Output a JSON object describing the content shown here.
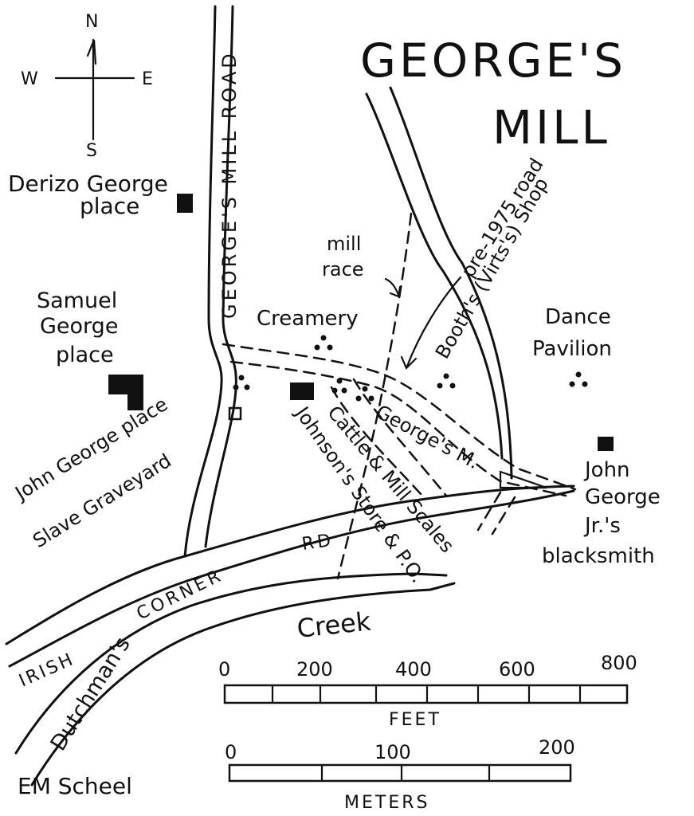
{
  "title": {
    "line1": "GEORGE'S",
    "line2": "MILL"
  },
  "compass": {
    "n": "N",
    "s": "S",
    "e": "E",
    "w": "W"
  },
  "roads": {
    "georges_mill_road": "GEORGE'S MILL ROAD",
    "irish": "IRISH",
    "corner": "CORNER",
    "rd": "RD"
  },
  "labels": {
    "derizo_1": "Derizo George",
    "derizo_2": "place",
    "samuel_1": "Samuel",
    "samuel_2": "George",
    "samuel_3": "place",
    "john_george_place": "John George place",
    "slave_graveyard": "Slave Graveyard",
    "mill_race_1": "mill",
    "mill_race_2": "race",
    "creamery": "Creamery",
    "pre1975": "pre-1975 road",
    "booths": "Booth's (Virts's) Shop",
    "dance_1": "Dance",
    "dance_2": "Pavilion",
    "georges_m": "George's M.",
    "cattle_scales": "Cattle & Mill Scales",
    "johnsons": "Johnson's Store & P.O.",
    "blacksmith_1": "John",
    "blacksmith_2": "George",
    "blacksmith_3": "Jr.'s",
    "blacksmith_4": "blacksmith",
    "creek": "Creek",
    "dutchmans": "Dutchman's",
    "credit": "EM Scheel"
  },
  "scale_feet": {
    "ticks": [
      "0",
      "200",
      "400",
      "600",
      "800"
    ],
    "unit": "FEET"
  },
  "scale_meters": {
    "ticks": [
      "0",
      "100",
      "200"
    ],
    "unit": "METERS"
  }
}
